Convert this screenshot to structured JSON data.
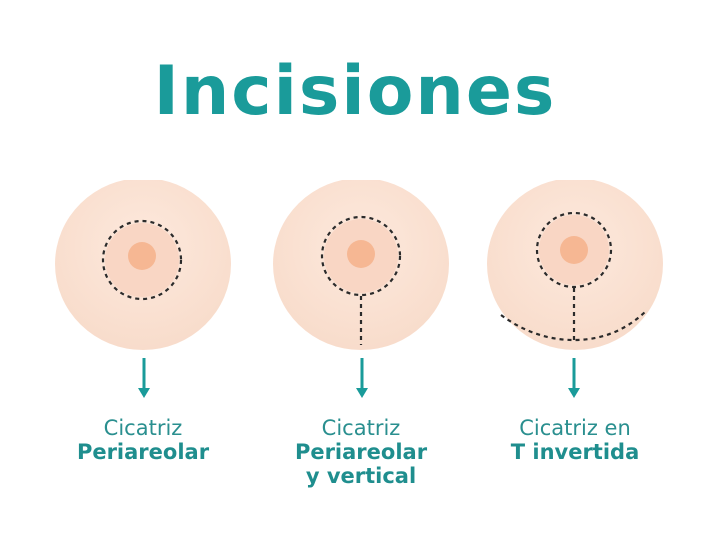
{
  "title": "Incisiones",
  "colors": {
    "accent": "#1a9b9a",
    "skin": "#fbe4d6",
    "areola": "#f7cbb6",
    "nipple": "#f5b594",
    "dash": "#2b2b2b"
  },
  "items": [
    {
      "line1": "Cicatriz",
      "line2": "Periareolar",
      "line3": "",
      "incision": "periareolar"
    },
    {
      "line1": "Cicatriz",
      "line2": "Periareolar",
      "line3": "y vertical",
      "incision": "periareolar-vertical"
    },
    {
      "line1": "Cicatriz en",
      "line2": "T invertida",
      "line3": "",
      "incision": "inverted-t"
    }
  ]
}
